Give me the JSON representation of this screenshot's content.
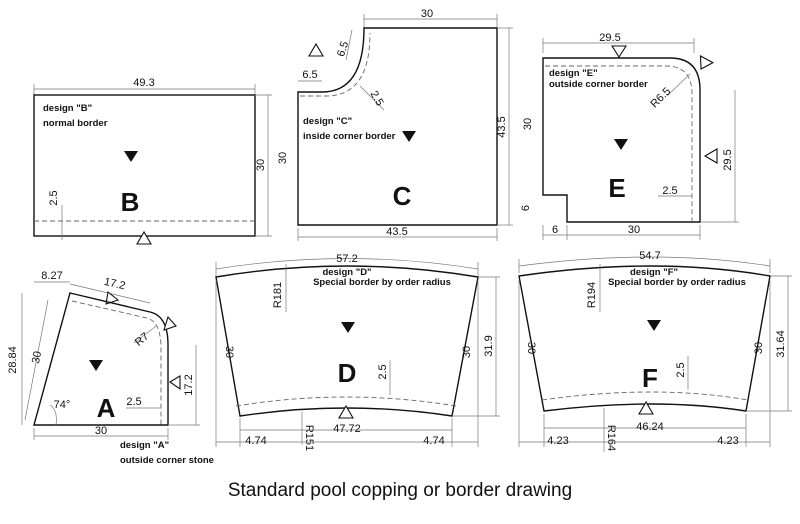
{
  "caption": "Standard pool copping or border drawing",
  "panels": {
    "B": {
      "letter": "B",
      "title": "design \"B\"",
      "subtitle": "normal border",
      "dims": {
        "top": "49.3",
        "right": "30",
        "inner": "2.5"
      }
    },
    "C": {
      "letter": "C",
      "title": "design \"C\"",
      "subtitle": "inside corner border",
      "dims": {
        "top": "30",
        "notch_v": "6.5",
        "notch_h": "6.5",
        "radius": "2.5",
        "left": "30",
        "right": "43.5",
        "bottom": "43.5"
      }
    },
    "E": {
      "letter": "E",
      "title": "design \"E\"",
      "subtitle": "outside corner border",
      "dims": {
        "top": "29.5",
        "radius": "R6.5",
        "left": "30",
        "right": "29.5",
        "inner": "2.5",
        "notch_v": "6",
        "bottom_left": "6",
        "bottom": "30"
      }
    },
    "A": {
      "letter": "A",
      "title": "design \"A\"",
      "subtitle": "outside corner stone",
      "dims": {
        "top_left": "8.27",
        "top_slant": "17.2",
        "radius": "R7",
        "left_outer": "28.84",
        "left_slant": "30",
        "right": "17.2",
        "inner": "2.5",
        "angle": "74°",
        "bottom": "30"
      }
    },
    "D": {
      "letter": "D",
      "title": "design \"D\"",
      "subtitle": "Special border by order radius",
      "dims": {
        "top": "57.2",
        "radius_top": "R181",
        "left": "30",
        "right_inner": "30",
        "right_outer": "31.9",
        "inner": "2.5",
        "radius_bottom": "R151",
        "bottom": "47.72",
        "bottom_left": "4.74",
        "bottom_right": "4.74"
      }
    },
    "F": {
      "letter": "F",
      "title": "design \"F\"",
      "subtitle": "Special border by order radius",
      "dims": {
        "top": "54.7",
        "radius_top": "R194",
        "left": "30",
        "right_inner": "30",
        "right_outer": "31.64",
        "inner": "2.5",
        "radius_bottom": "R164",
        "bottom": "46.24",
        "bottom_left": "4.23",
        "bottom_right": "4.23"
      }
    }
  }
}
